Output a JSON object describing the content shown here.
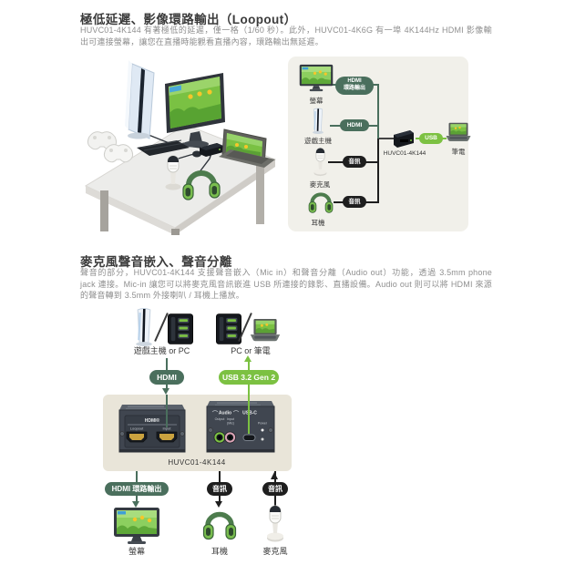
{
  "section1": {
    "heading": "極低延遲、影像環路輸出（Loopout）",
    "body": "HUVC01-4K144 有著極低的延遲，僅一格（1/60 秒）。此外，HUVC01-4K6G 有一埠 4K144Hz HDMI 影像輸出可連接螢幕，讓您在直播時能觀看直播內容，環路輸出無延遲。",
    "diagram": {
      "monitor_label": "螢幕",
      "console_label": "遊戲主機",
      "mic_label": "麥克風",
      "headphones_label": "耳機",
      "laptop_label": "筆電",
      "device_label": "HUVC01-4K144",
      "pill_loopout_line1": "HDMI",
      "pill_loopout_line2": "環路輸出",
      "pill_hdmi": "HDMI",
      "pill_audio_mic": "音訊",
      "pill_audio_phones": "音訊",
      "pill_usb": "USB"
    }
  },
  "section2": {
    "heading": "麥克風聲音嵌入、聲音分離",
    "body": "聲音的部分，HUVC01-4K144 支援聲音嵌入（Mic in）和聲音分離（Audio out）功能，透過 3.5mm phone jack 連接。Mic-in 讓您可以將麥克風音訊嵌進 USB 所連接的錄影、直播設備。Audio out 則可以將 HDMI 來源的聲音轉到 3.5mm 外接喇叭 / 耳機上播放。",
    "diagram": {
      "source_left_label": "遊戲主機 or PC",
      "source_right_label": "PC or 筆電",
      "pill_hdmi": "HDMI",
      "pill_usb": "USB 3.2 Gen 2",
      "device_label": "HUVC01-4K144",
      "pill_loopout": "HDMI 環路輸出",
      "pill_audio_out": "音訊",
      "pill_audio_in": "音訊",
      "monitor_label": "螢幕",
      "headphones_label": "耳機",
      "mic_label": "麥克風",
      "front_panel": {
        "brand": "HDMI®",
        "port_loopout": "Loopout",
        "port_input": "Input"
      },
      "back_panel": {
        "audio": "Audio",
        "usbc": "USB-C",
        "output": "Output",
        "input": "Input",
        "mic": "(Mic)",
        "power": "Power"
      }
    }
  },
  "colors": {
    "dark_green": "#4a6f5d",
    "bright_green": "#7cc142",
    "line_black": "#1e1e1e",
    "panel_bg": "#f1f0ea",
    "product_panel_bg": "#e9e5d9"
  }
}
